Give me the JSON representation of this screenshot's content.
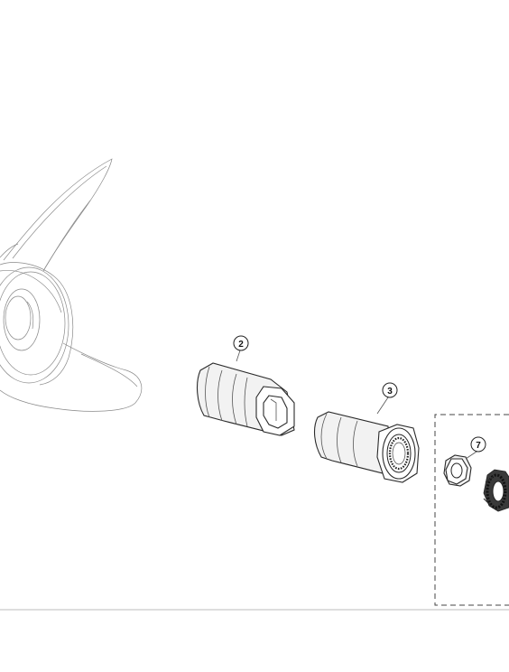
{
  "diagram": {
    "callouts": [
      {
        "id": "callout-2",
        "label": "2"
      },
      {
        "id": "callout-3",
        "label": "3"
      },
      {
        "id": "callout-7",
        "label": "7"
      }
    ],
    "colors": {
      "ink": "#2a2a2a",
      "light_ink": "#8a8a8a",
      "part_fill": "#f2f2f2",
      "background": "#ffffff"
    }
  }
}
